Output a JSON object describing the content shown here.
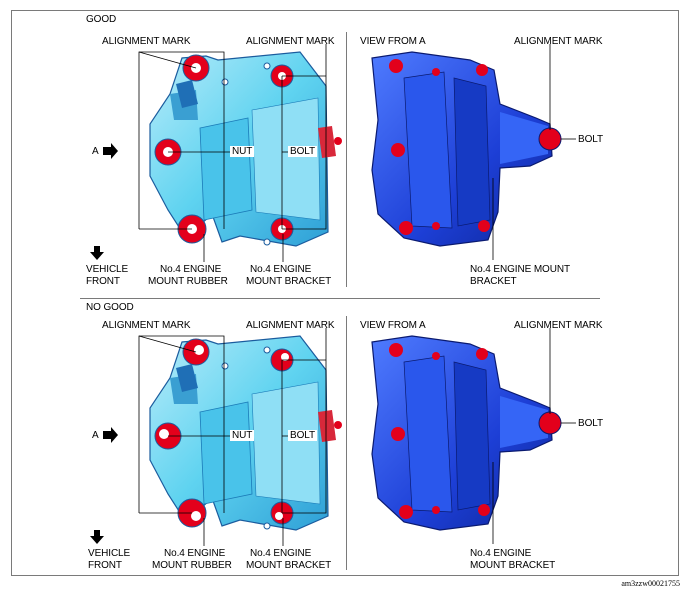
{
  "sections": [
    {
      "status": "GOOD",
      "labels": {
        "alignment_left": "ALIGNMENT MARK",
        "alignment_mid": "ALIGNMENT MARK",
        "view": "VIEW FROM A",
        "alignment_right": "ALIGNMENT MARK",
        "arrow_a": "A",
        "nut": "NUT",
        "bolt_left": "BOLT",
        "bolt_right": "BOLT",
        "vehicle_front_1": "VEHICLE",
        "vehicle_front_2": "FRONT",
        "rubber_1": "No.4 ENGINE",
        "rubber_2": "MOUNT RUBBER",
        "bracket_1": "No.4 ENGINE",
        "bracket_2": "MOUNT BRACKET",
        "side_bracket_1": "No.4 ENGINE MOUNT",
        "side_bracket_2": "BRACKET"
      }
    },
    {
      "status": "NO GOOD",
      "labels": {
        "alignment_left": "ALIGNMENT MARK",
        "alignment_mid": "ALIGNMENT MARK",
        "view": "VIEW FROM A",
        "alignment_right": "ALIGNMENT MARK",
        "arrow_a": "A",
        "nut": "NUT",
        "bolt_left": "BOLT",
        "bolt_right": "BOLT",
        "vehicle_front_1": "VEHICLE",
        "vehicle_front_2": "FRONT",
        "rubber_1": "No.4 ENGINE",
        "rubber_2": "MOUNT RUBBER",
        "bracket_1": "No.4 ENGINE",
        "bracket_2": "MOUNT BRACKET",
        "side_bracket_1": "No.4 ENGINE",
        "side_bracket_2": "MOUNT BRACKET"
      }
    }
  ],
  "figure_code": "am3zzw00021755",
  "colors": {
    "body_light": "#5fd3f0",
    "body_mid": "#27a6dc",
    "side_blue": "#1d3fd6",
    "mark_red": "#e3001b",
    "mark_white": "#ffffff"
  }
}
